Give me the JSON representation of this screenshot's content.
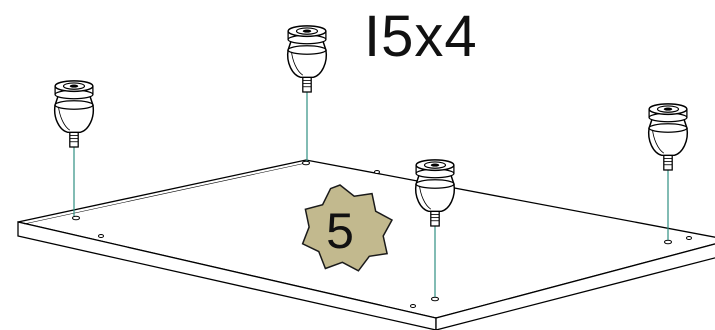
{
  "diagram": {
    "part_label": "I5x4",
    "step_number": "5",
    "colors": {
      "line": "#000000",
      "guide": "#2f8f82",
      "badge_fill": "#c2b98e",
      "badge_stroke": "#1a1a1a",
      "foot_fill": "#ffffff"
    },
    "parts": [
      {
        "name": "leveling-foot",
        "count": 4,
        "icon": "adjustable-foot-icon"
      }
    ]
  }
}
